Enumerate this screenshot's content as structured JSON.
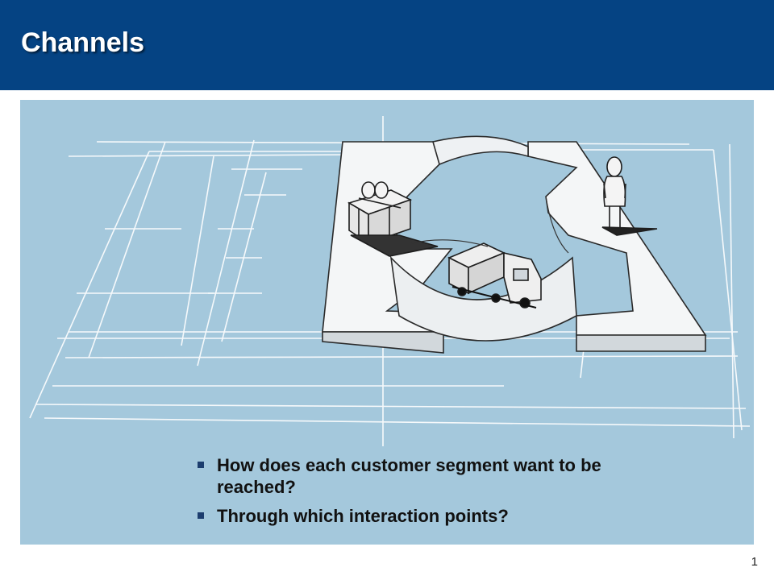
{
  "slide": {
    "title": "Channels",
    "bullets": [
      "How does each customer segment want to be reached?",
      "Through which interaction points?"
    ],
    "page_number": "1"
  },
  "colors": {
    "header": "#054383",
    "panel": "#a4c8dc",
    "bullet": "#1c3d6e"
  },
  "illustration": {
    "icons": [
      "gift-box-icon",
      "delivery-truck-icon",
      "person-icon"
    ]
  }
}
